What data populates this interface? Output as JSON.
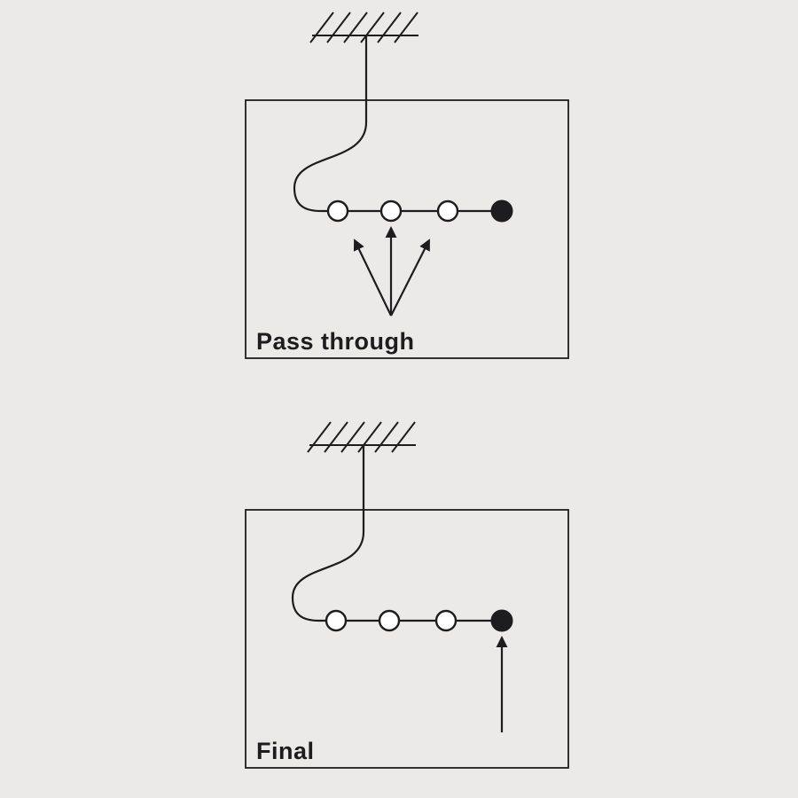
{
  "page": {
    "background_color": "#eceae8",
    "line_color": "#1d1d1f",
    "connector_open_fill": "#ffffff",
    "connector_terminal_fill": "#1d1d1f"
  },
  "panels": [
    {
      "id": "pass-through",
      "label": "Pass through",
      "antenna": "aerial-hatch-symbol",
      "open_connectors": 3,
      "terminal_connectors": 1,
      "arrows": {
        "count": 3,
        "direction": "fan-upward-from-single-origin"
      }
    },
    {
      "id": "final",
      "label": "Final",
      "antenna": "aerial-hatch-symbol",
      "open_connectors": 3,
      "terminal_connectors": 1,
      "arrows": {
        "count": 1,
        "direction": "upward-at-terminal-connector"
      }
    }
  ]
}
